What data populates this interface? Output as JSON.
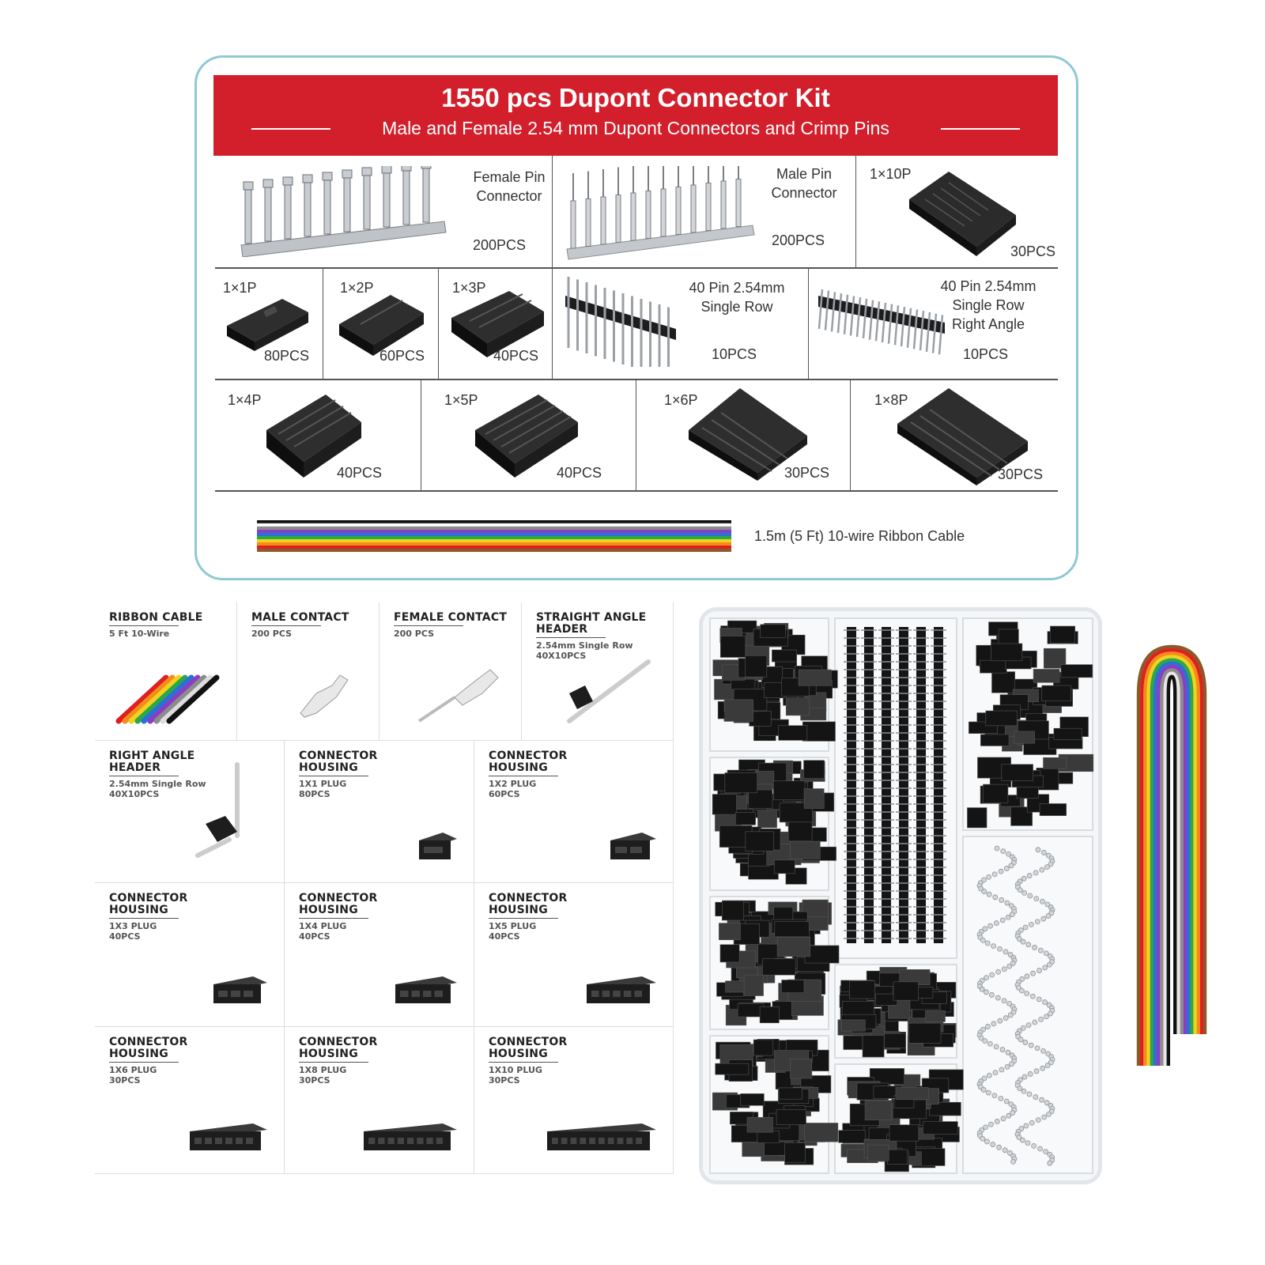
{
  "kit": {
    "title": "1550 pcs Dupont Connector Kit",
    "subtitle": "Male and Female 2.54 mm Dupont Connectors and Crimp Pins",
    "brand_color": "#d21f2b",
    "items": [
      {
        "name": "Female Pin\nConnector",
        "qty": "200PCS"
      },
      {
        "name": "Male Pin\nConnector",
        "qty": "200PCS"
      },
      {
        "name": "1×10P",
        "qty": "30PCS"
      },
      {
        "name": "1×1P",
        "qty": "80PCS"
      },
      {
        "name": "1×2P",
        "qty": "60PCS"
      },
      {
        "name": "1×3P",
        "qty": "40PCS"
      },
      {
        "name": "40 Pin 2.54mm\nSingle Row",
        "qty": "10PCS"
      },
      {
        "name": "40 Pin 2.54mm\nSingle Row\nRight Angle",
        "qty": "10PCS"
      },
      {
        "name": "1×4P",
        "qty": "40PCS"
      },
      {
        "name": "1×5P",
        "qty": "40PCS"
      },
      {
        "name": "1×6P",
        "qty": "30PCS"
      },
      {
        "name": "1×8P",
        "qty": "30PCS"
      }
    ],
    "ribbon": "1.5m (5 Ft) 10-wire Ribbon Cable"
  },
  "catalog": [
    {
      "title": "RIBBON CABLE",
      "sub": "5 Ft 10-Wire",
      "icon": "ribbon-cable-icon"
    },
    {
      "title": "MALE CONTACT",
      "sub": "200 PCS",
      "icon": "male-contact-icon"
    },
    {
      "title": "FEMALE CONTACT",
      "sub": "200 PCS",
      "icon": "female-contact-icon"
    },
    {
      "title": "STRAIGHT ANGLE\nHEADER",
      "sub": "2.54mm Single Row\n40X10PCS",
      "icon": "straight-header-icon"
    },
    {
      "title": "RIGHT ANGLE\nHEADER",
      "sub": "2.54mm Single Row\n40X10PCS",
      "icon": "right-angle-header-icon"
    },
    {
      "title": "CONNECTOR\nHOUSING",
      "sub": "1X1 PLUG\n80PCS",
      "icon": "housing-1x1-icon"
    },
    {
      "title": "CONNECTOR\nHOUSING",
      "sub": "1X2 PLUG\n60PCS",
      "icon": "housing-1x2-icon"
    },
    {
      "title": "CONNECTOR\nHOUSING",
      "sub": "1X3 PLUG\n40PCS",
      "icon": "housing-1x3-icon"
    },
    {
      "title": "CONNECTOR\nHOUSING",
      "sub": "1X4 PLUG\n40PCS",
      "icon": "housing-1x4-icon"
    },
    {
      "title": "CONNECTOR\nHOUSING",
      "sub": "1X5 PLUG\n40PCS",
      "icon": "housing-1x5-icon"
    },
    {
      "title": "CONNECTOR\nHOUSING",
      "sub": "1X6 PLUG\n30PCS",
      "icon": "housing-1x6-icon"
    },
    {
      "title": "CONNECTOR\nHOUSING",
      "sub": "1X8 PLUG\n30PCS",
      "icon": "housing-1x8-icon"
    },
    {
      "title": "CONNECTOR\nHOUSING",
      "sub": "1X10 PLUG\n30PCS",
      "icon": "housing-1x10-icon"
    }
  ],
  "ribbon_colors": [
    "#8b5a2b",
    "#e02020",
    "#f28c1c",
    "#f2d21c",
    "#2aa84a",
    "#2c6fd6",
    "#8a3fc2",
    "#8c8c8c",
    "#ffffff",
    "#111111"
  ]
}
